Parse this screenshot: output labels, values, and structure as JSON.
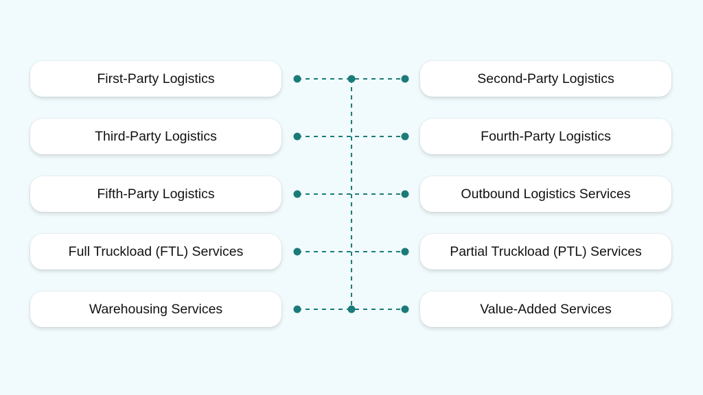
{
  "colors": {
    "accent": "#1b7b79",
    "background": "#f1fafc"
  },
  "rows": [
    {
      "left": "First-Party Logistics",
      "right": "Second-Party Logistics"
    },
    {
      "left": "Third-Party Logistics",
      "right": "Fourth-Party Logistics"
    },
    {
      "left": "Fifth-Party Logistics",
      "right": "Outbound Logistics Services"
    },
    {
      "left": "Full Truckload (FTL) Services",
      "right": "Partial Truckload (PTL) Services"
    },
    {
      "left": "Warehousing Services",
      "right": "Value-Added Services"
    }
  ]
}
